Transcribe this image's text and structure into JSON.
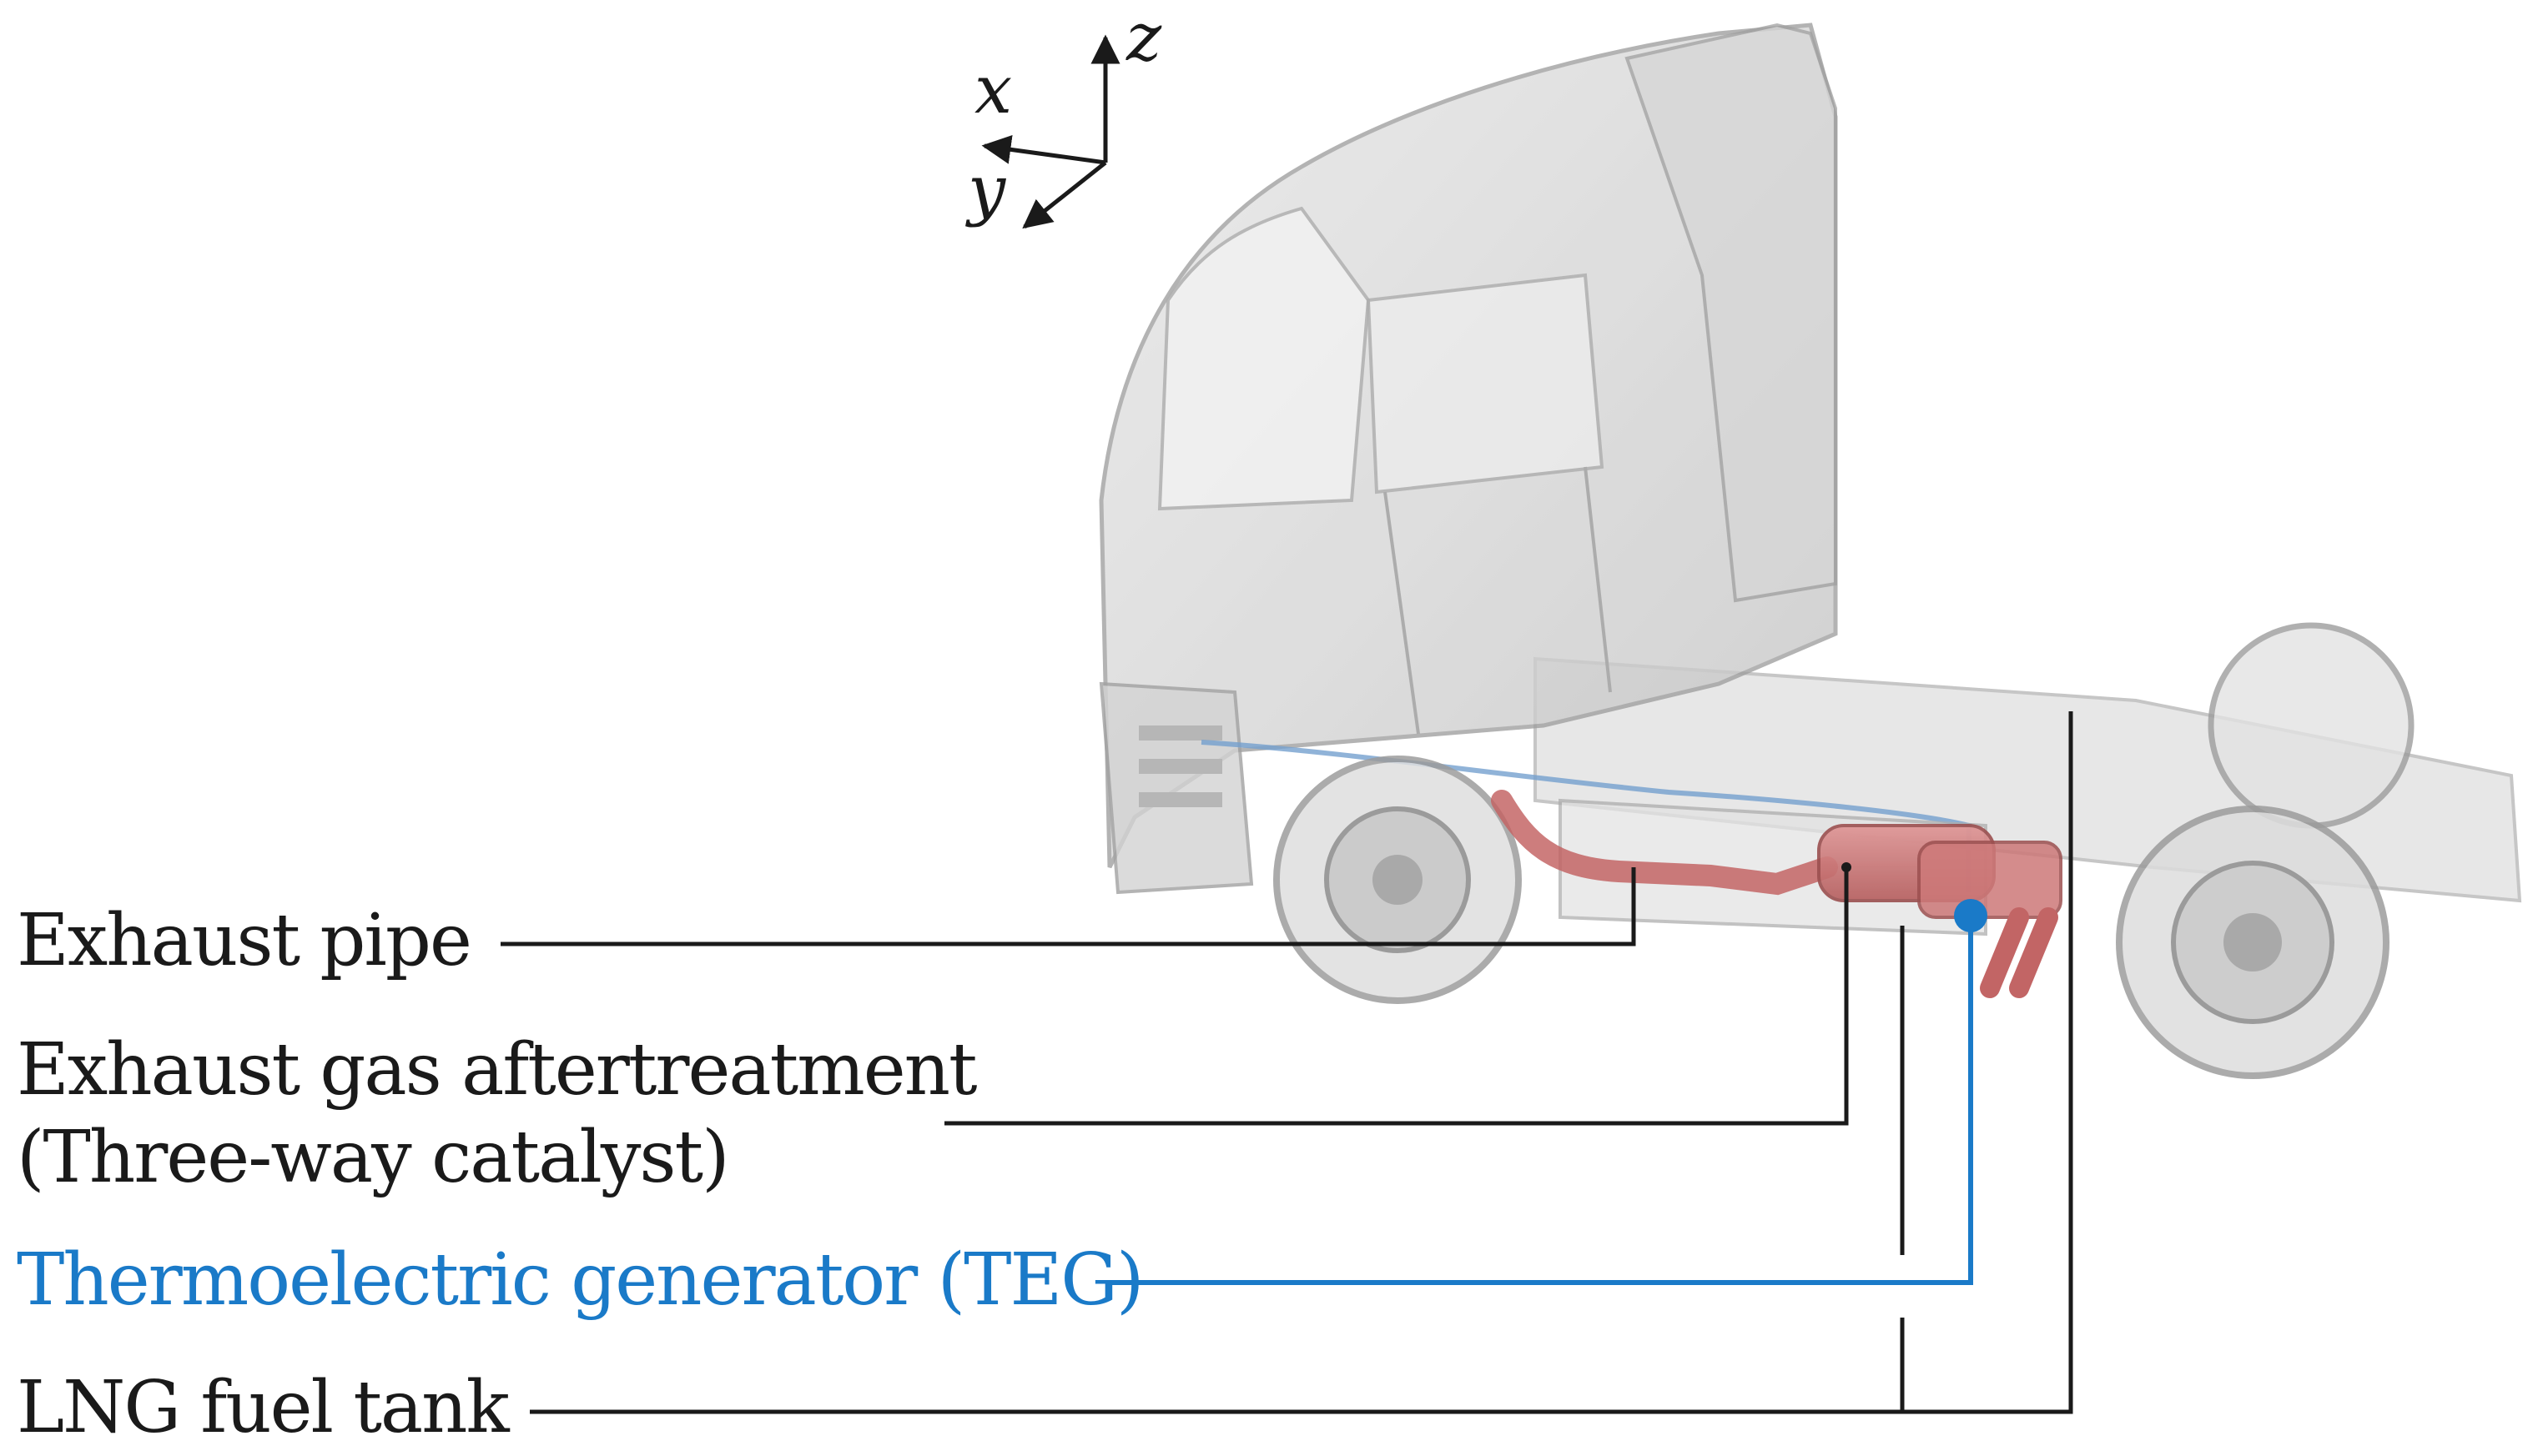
{
  "axes": {
    "x": "x",
    "y": "y",
    "z": "z"
  },
  "labels": {
    "exhaust_pipe": "Exhaust pipe",
    "aftertreatment_line1": "Exhaust gas aftertreatment",
    "aftertreatment_line2": "(Three-way catalyst)",
    "teg": "Thermoelectric generator (TEG)",
    "lng_tank": "LNG fuel tank"
  },
  "colors": {
    "text": "#1a1a1a",
    "teg_accent": "#1a7ac8",
    "exhaust_red": "#b84a4a",
    "truck_gray": "#c8c8c8"
  }
}
